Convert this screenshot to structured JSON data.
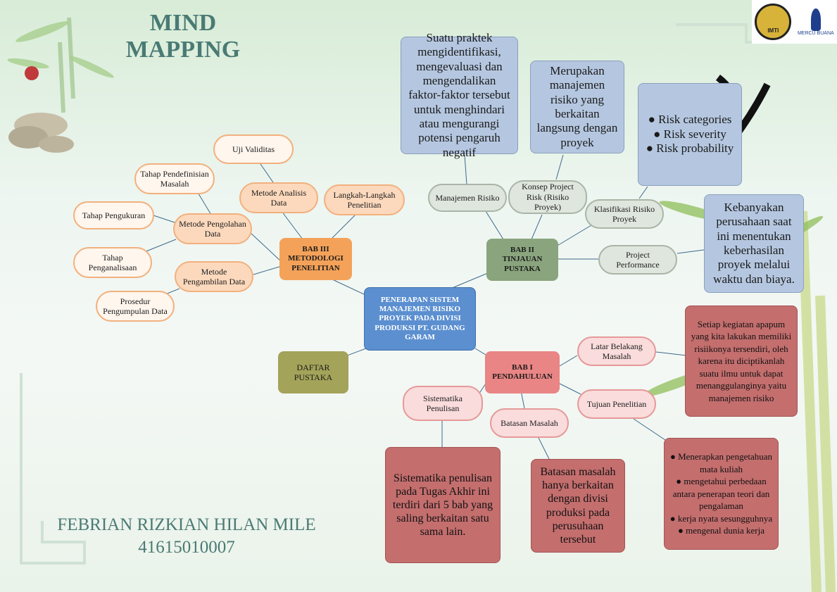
{
  "title": {
    "line1": "MIND",
    "line2": "MAPPING"
  },
  "author": {
    "name": "FEBRIAN RIZKIAN HILAN MILE",
    "id": "41615010007"
  },
  "logos": {
    "left": "IMTI",
    "right": "MERCU BUANA"
  },
  "center": "PENERAPAN SISTEM MANAJEMEN RISIKO PROYEK PADA DIVISI PRODUKSI PT. GUDANG GARAM",
  "bab3": {
    "title": "BAB III METODOLOGI PENELITIAN",
    "uji_validitas": "Uji Validitas",
    "metode_analisis": "Metode Analisis Data",
    "langkah": "Langkah-Langkah Penelitian",
    "pengolahan": "Metode Pengolahan Data",
    "pendefinisian": "Tahap Pendefinisian Masalah",
    "pengukuran": "Tahap Pengukuran",
    "penganalisaan": "Tahap Penganalisaan",
    "pengambilan": "Metode Pengambilan Data",
    "pengumpulan": "Prosedur Pengumpulan Data"
  },
  "bab2": {
    "title": "BAB II TINJAUAN PUSTAKA",
    "manajemen_risiko": "Manajemen Risiko",
    "konsep": "Konsep Project Risk (Risiko Proyek)",
    "klasifikasi": "Klasifikasi Risiko Proyek",
    "performance": "Project Performance",
    "desc_manajemen": "Suatu praktek mengidentifikasi, mengevaluasi dan mengendalikan faktor-faktor tersebut untuk menghindari atau mengurangi potensi pengaruh negatif",
    "desc_konsep": "Merupakan manajemen risiko yang berkaitan langsung dengan proyek",
    "desc_klasifikasi": [
      "● Risk categories",
      "● Risk severity",
      "● Risk probability"
    ],
    "desc_performance": "Kebanyakan perusahaan saat ini menentukan keberhasilan proyek melalui waktu dan biaya."
  },
  "bab1": {
    "title": "BAB I PENDAHULUAN",
    "latar": "Latar Belakang Masalah",
    "tujuan": "Tujuan Penelitian",
    "batasan": "Batasan Masalah",
    "sistematika": "Sistematika Penulisan",
    "desc_latar": "Setiap kegiatan apapum yang kita lakukan memiliki risiikonya tersendiri, oleh karena itu diciptikanlah suatu ilmu untuk dapat menanggulanginya yaitu manajemen risiko",
    "desc_tujuan": [
      "● Menerapkan pengetahuan mata kuliah",
      "● mengetahui perbedaan antara penerapan teori dan pengalaman",
      "● kerja nyata sesungguhnya",
      "● mengenal dunia kerja"
    ],
    "desc_batasan": "Batasan masalah hanya berkaitan dengan divisi produksi pada perusuhaan tersebut",
    "desc_sistematika": "Sistematika penulisan pada Tugas Akhir ini terdiri dari 5 bab yang saling berkaitan satu sama lain."
  },
  "daftar_pustaka": "DAFTAR PUSTAKA",
  "colors": {
    "title": "#4a7a74",
    "center": "#5b8fd0",
    "bab3": "#f4a259",
    "bab2": "#8aa57e",
    "bab1": "#e98585",
    "daftar": "#a3a35a",
    "blue_box": "#b5c7e0",
    "red_box": "#c46e6e"
  }
}
